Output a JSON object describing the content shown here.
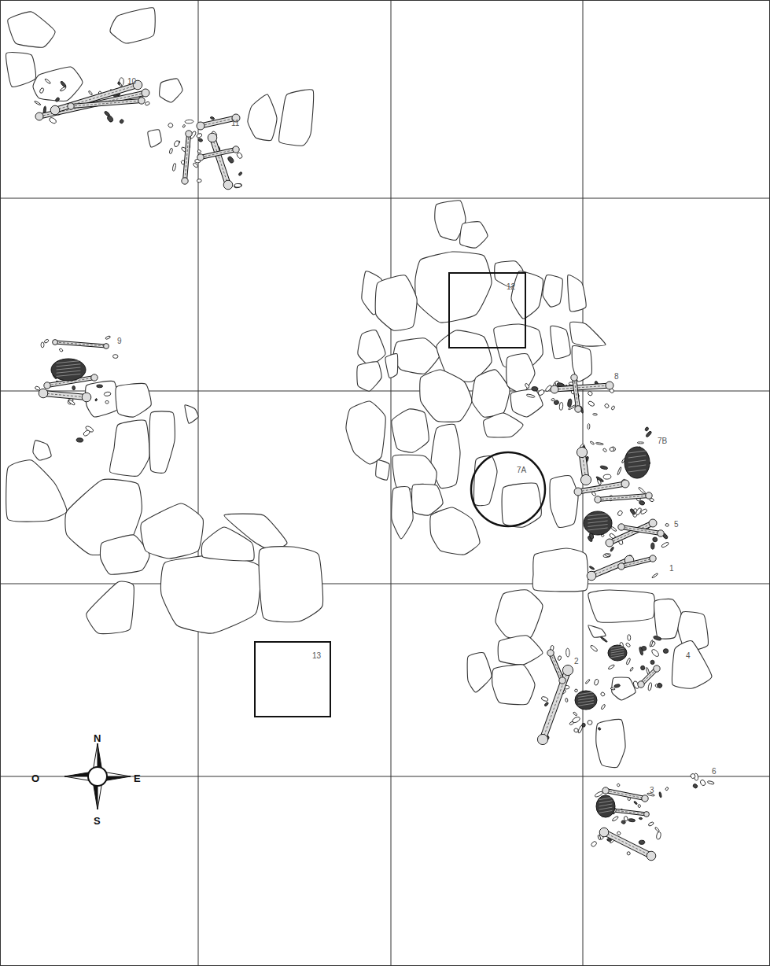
{
  "diagram": {
    "nodes": [
      {
        "text": [
          "12"
        ]
      },
      {
        "text": [
          "7A"
        ]
      },
      {
        "text": [
          "13"
        ]
      }
    ],
    "labels": [
      "10",
      "11",
      "9",
      "8",
      "7B",
      "5",
      "1",
      "2",
      "4",
      "6",
      "3",
      "N",
      "O",
      "E",
      "S"
    ]
  }
}
